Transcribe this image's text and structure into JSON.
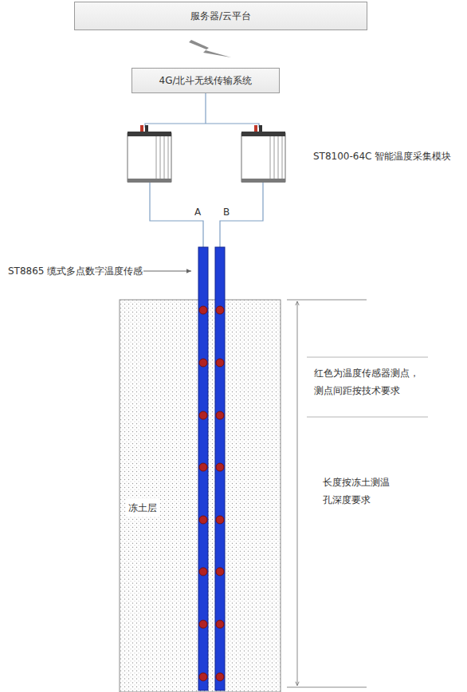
{
  "diagram": {
    "nodes": [
      {
        "text": [
          "服务器/云平台"
        ]
      },
      {
        "text": [
          "4G/北斗无线传输系统"
        ]
      }
    ],
    "labels": [
      "ST8100-64C 智能温度采集模块",
      "A",
      "B",
      "ST8865 缆式多点数字温度传感",
      "冻土层",
      "红色为温度传感器测点， 测点间距按技术要求",
      "长度按冻土测温 孔深度要求"
    ]
  }
}
